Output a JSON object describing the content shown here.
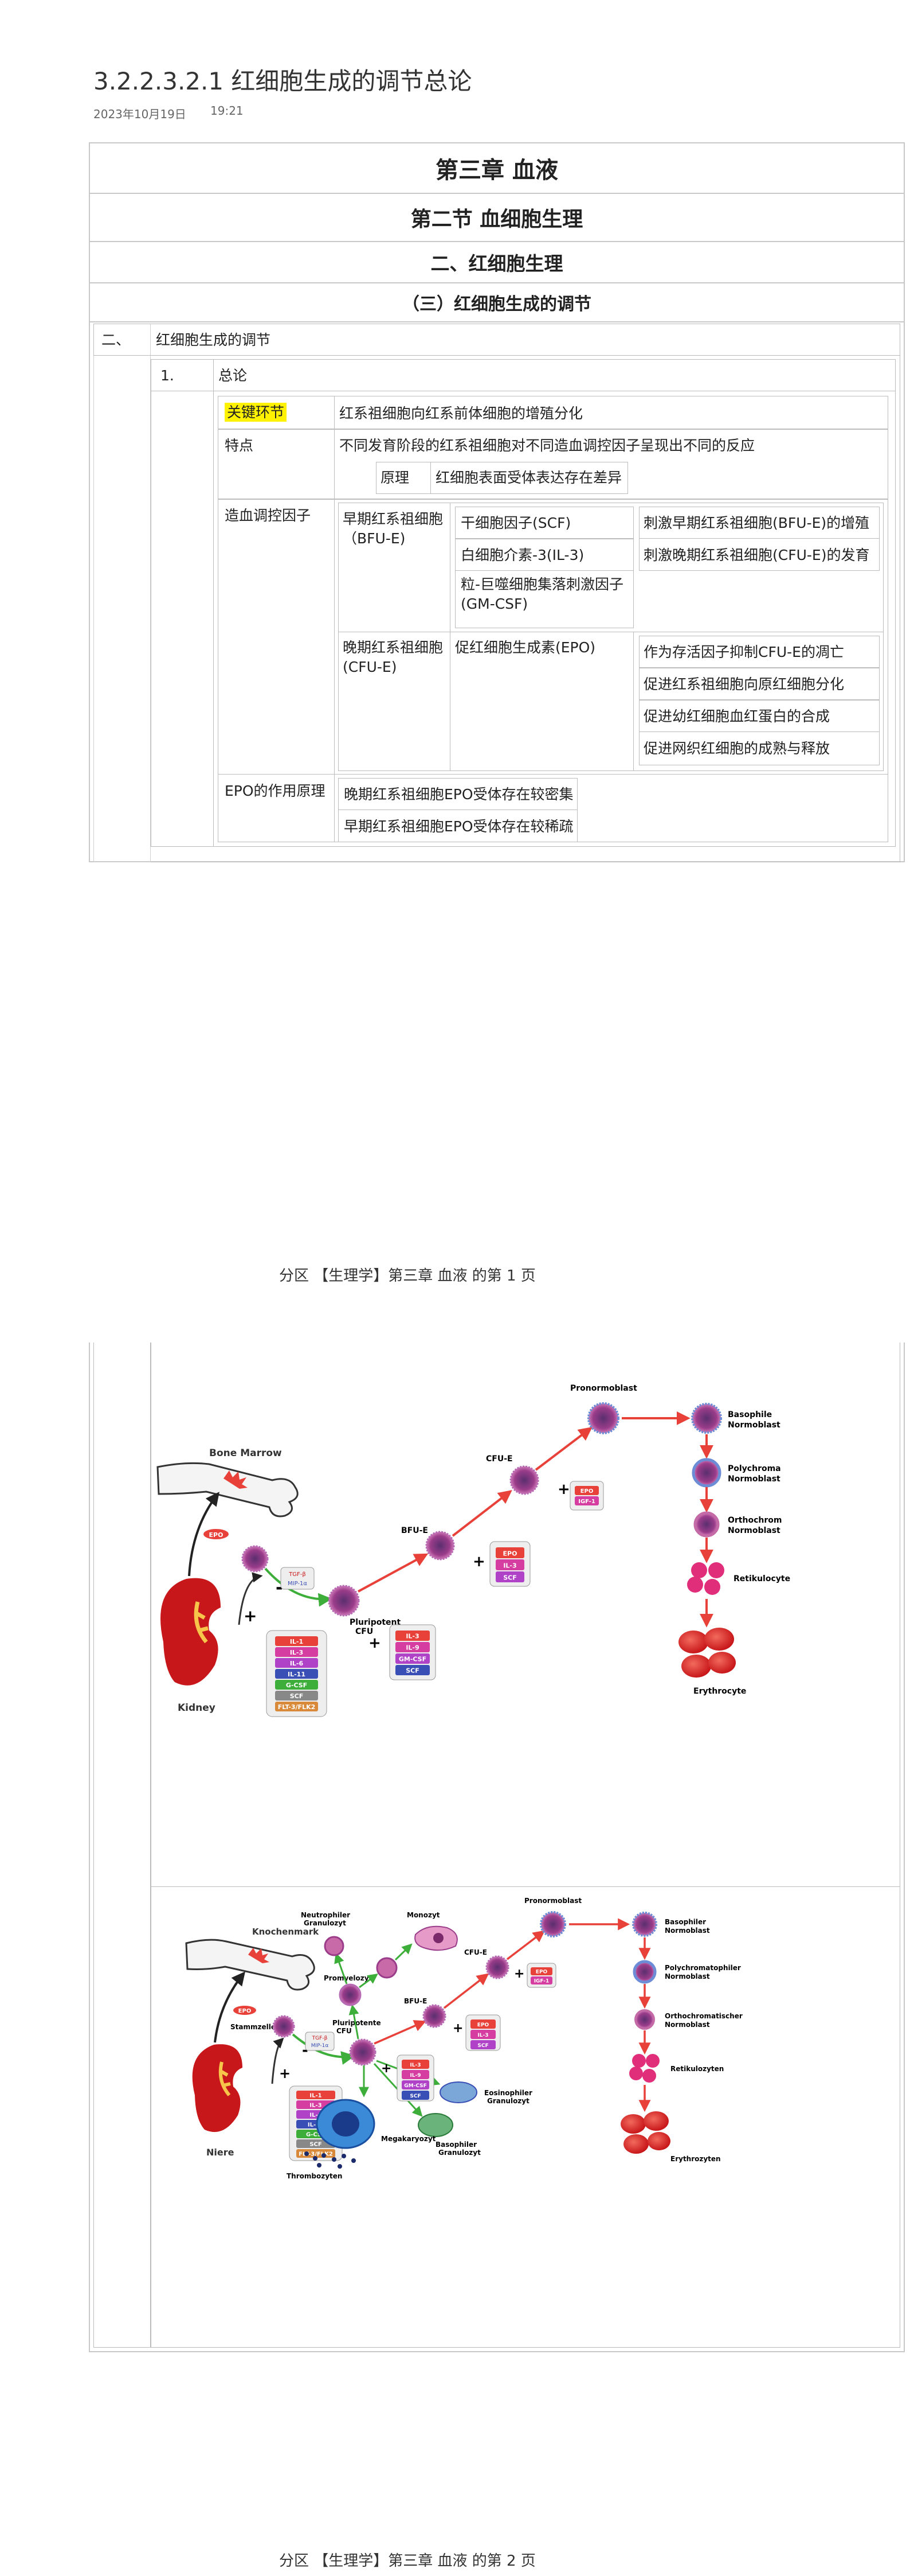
{
  "note": {
    "title": "3.2.2.3.2.1 红细胞生成的调节总论",
    "date": "2023年10月19日",
    "time": "19:21"
  },
  "headers": {
    "chapter": "第三章  血液",
    "section": "第二节    血细胞生理",
    "subsection": "二、红细胞生理",
    "topic": "（三）红细胞生成的调节"
  },
  "outline": {
    "num_er": "二、",
    "title_er": "红细胞生成的调节",
    "num_1": "1.",
    "title_1": "总论"
  },
  "rows": {
    "key_step_label": "关键环节",
    "key_step_value": "红系祖细胞向红系前体细胞的增殖分化",
    "feature_label": "特点",
    "feature_value": "不同发育阶段的红系祖细胞对不同造血调控因子呈现出不同的反应",
    "principle_label": "原理",
    "principle_value": "红细胞表面受体表达存在差异",
    "factor_label": "造血调控因子",
    "early_label": "早期红系祖细胞（BFU-E)",
    "early_factors": [
      "干细胞因子(SCF)",
      "白细胞介素-3(IL-3)",
      "粒-巨噬细胞集落刺激因子(GM-CSF)"
    ],
    "early_effects": [
      "刺激早期红系祖细胞(BFU-E)的增殖",
      "刺激晚期红系祖细胞(CFU-E)的发育"
    ],
    "late_label": "晚期红系祖细胞(CFU-E)",
    "late_factor": "促红细胞生成素(EPO)",
    "late_effects": [
      "作为存活因子抑制CFU-E的凋亡",
      "促进红系祖细胞向原红细胞分化",
      "促进幼红细胞血红蛋白的合成",
      "促进网织红细胞的成熟与释放"
    ],
    "epo_label": "EPO的作用原理",
    "epo_values": [
      "晚期红系祖细胞EPO受体存在较密集",
      "早期红系祖细胞EPO受体存在较稀疏"
    ]
  },
  "footers": {
    "page1": "分区 【生理学】第三章 血液 的第 1 页",
    "page2": "分区 【生理学】第三章 血液 的第 2 页"
  },
  "diagram1": {
    "bone_marrow": "Bone Marrow",
    "kidney": "Kidney",
    "epo": "EPO",
    "pluripotent": "Pluripotent",
    "cfu": "CFU",
    "bfu_e": "BFU-E",
    "cfu_e": "CFU-E",
    "pronormoblast": "Pronormoblast",
    "basophile1": "Basophile",
    "basophile2": "Normoblast",
    "polychroma1": "Polychroma",
    "polychroma2": "Normoblast",
    "orthochrom1": "Orthochrom",
    "orthochrom2": "Normoblast",
    "retikulo": "Retikulocyte",
    "erythro": "Erythrocyte",
    "plus": "+",
    "minus": "-",
    "inhib": [
      "TGF-β",
      "MIP-1α"
    ],
    "kidney_box": [
      "IL-1",
      "IL-3",
      "IL-6",
      "IL-11",
      "G-CSF",
      "SCF",
      "FLT-3/FLK2"
    ],
    "cfu_box": [
      "IL-3",
      "IL-9",
      "GM-CSF",
      "SCF"
    ],
    "bfu_box": [
      "EPO",
      "IL-3",
      "SCF"
    ],
    "cfue_box": [
      "EPO",
      "IGF-1"
    ]
  },
  "diagram2": {
    "knochenmark": "Knochenmark",
    "niere": "Niere",
    "epo": "EPO",
    "stammzelle": "Stammzelle",
    "pluripotente": "Pluripotente",
    "cfu": "CFU",
    "bfu_e": "BFU-E",
    "cfu_e": "CFU-E",
    "neutrophiler1": "Neutrophiler",
    "neutrophiler2": "Granulozyt",
    "promyelozyt": "Promyelozyt",
    "monozyt": "Monozyt",
    "pronormoblast": "Pronormoblast",
    "basophiler_n1": "Basophiler",
    "basophiler_n2": "Normoblast",
    "polychromatophiler1": "Polychromatophiler",
    "polychromatophiler2": "Normoblast",
    "orthochromatischer1": "Orthochromatischer",
    "orthochromatischer2": "Normoblast",
    "retikulozyten": "Retikulozyten",
    "erythrozyten": "Erythrozyten",
    "eosinophiler1": "Eosinophiler",
    "eosinophiler2": "Granulozyt",
    "basophiler_g1": "Basophiler",
    "basophiler_g2": "Granulozyt",
    "megakaryozyt": "Megakaryozyt",
    "thrombozyten": "Thrombozyten",
    "plus": "+",
    "minus": "-",
    "inhib": [
      "TGF-β",
      "MIP-1α"
    ],
    "kidney_box": [
      "IL-1",
      "IL-3",
      "IL-6",
      "IL-11",
      "G-CSF",
      "SCF",
      "FLT-3/FLK2"
    ],
    "cfu_box": [
      "IL-3",
      "IL-9",
      "GM-CSF",
      "SCF"
    ],
    "bfu_box": [
      "EPO",
      "IL-3",
      "SCF"
    ],
    "cfue_box": [
      "EPO",
      "IGF-1"
    ]
  },
  "colors": {
    "highlight": "#fff200",
    "border": "#c8c8c8",
    "arrow_red": "#e8413a",
    "arrow_green": "#3dae3a",
    "cell_purple": "#9a3c8a"
  }
}
